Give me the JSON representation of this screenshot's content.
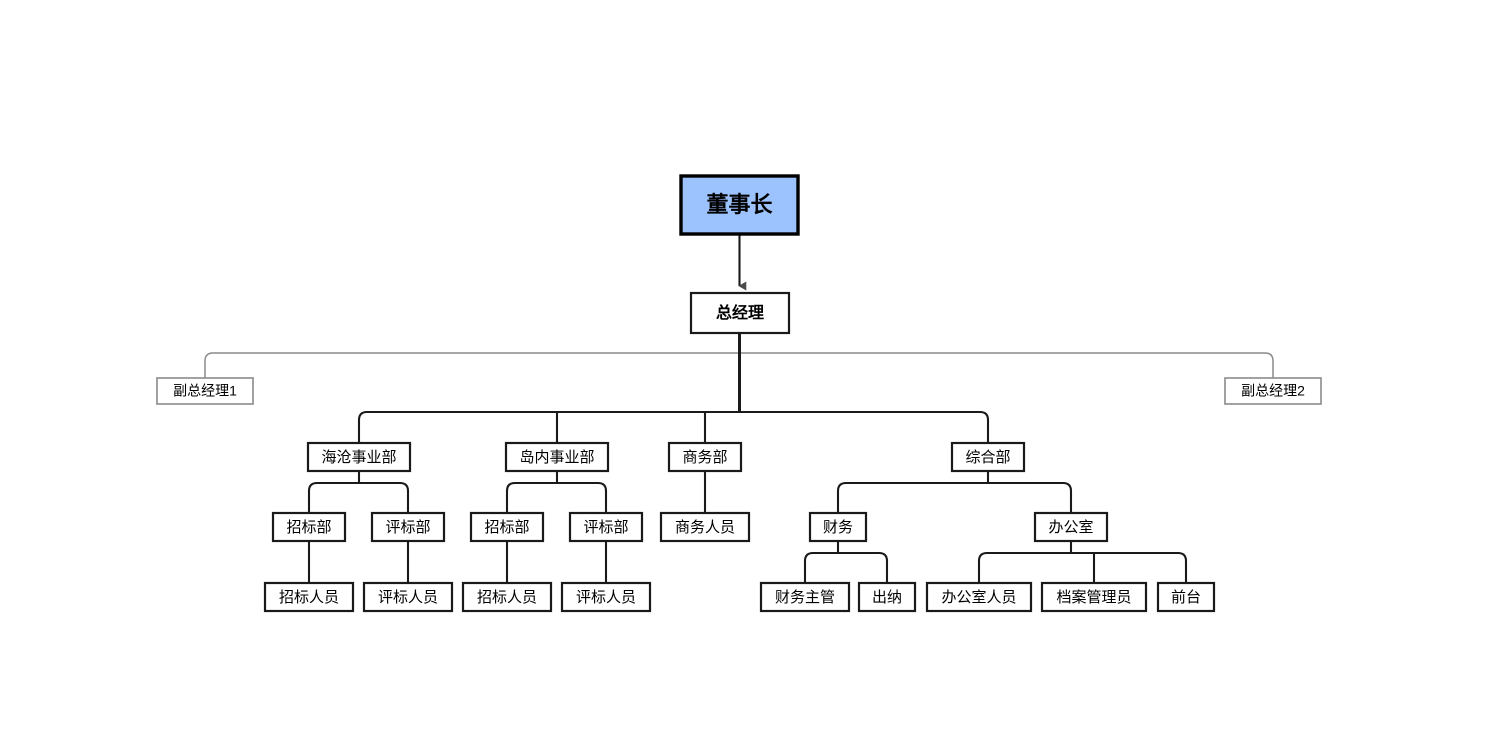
{
  "diagram": {
    "type": "org-chart",
    "title": "",
    "orientation": "top-down",
    "background_color": "#ffffff",
    "root_fill_color": "#9DC3FF",
    "node_stroke_color": "#1a1a1a",
    "muted_stroke_color": "#8a8a8a"
  },
  "nodes": {
    "chairman": {
      "label": "董事长",
      "level": 0
    },
    "general_manager": {
      "label": "总经理",
      "level": 1
    },
    "deputy_gm_1": {
      "label": "副总经理1",
      "level": 2
    },
    "deputy_gm_2": {
      "label": "副总经理2",
      "level": 2
    },
    "dept_haicang": {
      "label": "海沧事业部",
      "level": 3
    },
    "dept_daonei": {
      "label": "岛内事业部",
      "level": 3
    },
    "dept_business": {
      "label": "商务部",
      "level": 3
    },
    "dept_general": {
      "label": "综合部",
      "level": 3
    },
    "haicang_bidding": {
      "label": "招标部",
      "level": 4
    },
    "haicang_evaluation": {
      "label": "评标部",
      "level": 4
    },
    "daonei_bidding": {
      "label": "招标部",
      "level": 4
    },
    "daonei_evaluation": {
      "label": "评标部",
      "level": 4
    },
    "business_staff": {
      "label": "商务人员",
      "level": 4
    },
    "finance": {
      "label": "财务",
      "level": 4
    },
    "office": {
      "label": "办公室",
      "level": 4
    },
    "haicang_bidding_staff": {
      "label": "招标人员",
      "level": 5
    },
    "haicang_evaluation_staff": {
      "label": "评标人员",
      "level": 5
    },
    "daonei_bidding_staff": {
      "label": "招标人员",
      "level": 5
    },
    "daonei_evaluation_staff": {
      "label": "评标人员",
      "level": 5
    },
    "finance_supervisor": {
      "label": "财务主管",
      "level": 5
    },
    "cashier": {
      "label": "出纳",
      "level": 5
    },
    "office_staff": {
      "label": "办公室人员",
      "level": 5
    },
    "archivist": {
      "label": "档案管理员",
      "level": 5
    },
    "reception": {
      "label": "前台",
      "level": 5
    }
  },
  "edges": [
    {
      "from": "chairman",
      "to": "general_manager",
      "style": "arrow"
    },
    {
      "from": "general_manager",
      "to": "deputy_gm_1",
      "style": "muted"
    },
    {
      "from": "general_manager",
      "to": "deputy_gm_2",
      "style": "muted"
    },
    {
      "from": "general_manager",
      "to": "dept_haicang",
      "style": "solid"
    },
    {
      "from": "general_manager",
      "to": "dept_daonei",
      "style": "solid"
    },
    {
      "from": "general_manager",
      "to": "dept_business",
      "style": "solid"
    },
    {
      "from": "general_manager",
      "to": "dept_general",
      "style": "solid"
    },
    {
      "from": "dept_haicang",
      "to": "haicang_bidding",
      "style": "solid"
    },
    {
      "from": "dept_haicang",
      "to": "haicang_evaluation",
      "style": "solid"
    },
    {
      "from": "dept_daonei",
      "to": "daonei_bidding",
      "style": "solid"
    },
    {
      "from": "dept_daonei",
      "to": "daonei_evaluation",
      "style": "solid"
    },
    {
      "from": "dept_business",
      "to": "business_staff",
      "style": "solid"
    },
    {
      "from": "dept_general",
      "to": "finance",
      "style": "solid"
    },
    {
      "from": "dept_general",
      "to": "office",
      "style": "solid"
    },
    {
      "from": "haicang_bidding",
      "to": "haicang_bidding_staff",
      "style": "solid"
    },
    {
      "from": "haicang_evaluation",
      "to": "haicang_evaluation_staff",
      "style": "solid"
    },
    {
      "from": "daonei_bidding",
      "to": "daonei_bidding_staff",
      "style": "solid"
    },
    {
      "from": "daonei_evaluation",
      "to": "daonei_evaluation_staff",
      "style": "solid"
    },
    {
      "from": "finance",
      "to": "finance_supervisor",
      "style": "solid"
    },
    {
      "from": "finance",
      "to": "cashier",
      "style": "solid"
    },
    {
      "from": "office",
      "to": "office_staff",
      "style": "solid"
    },
    {
      "from": "office",
      "to": "archivist",
      "style": "solid"
    },
    {
      "from": "office",
      "to": "reception",
      "style": "solid"
    }
  ]
}
